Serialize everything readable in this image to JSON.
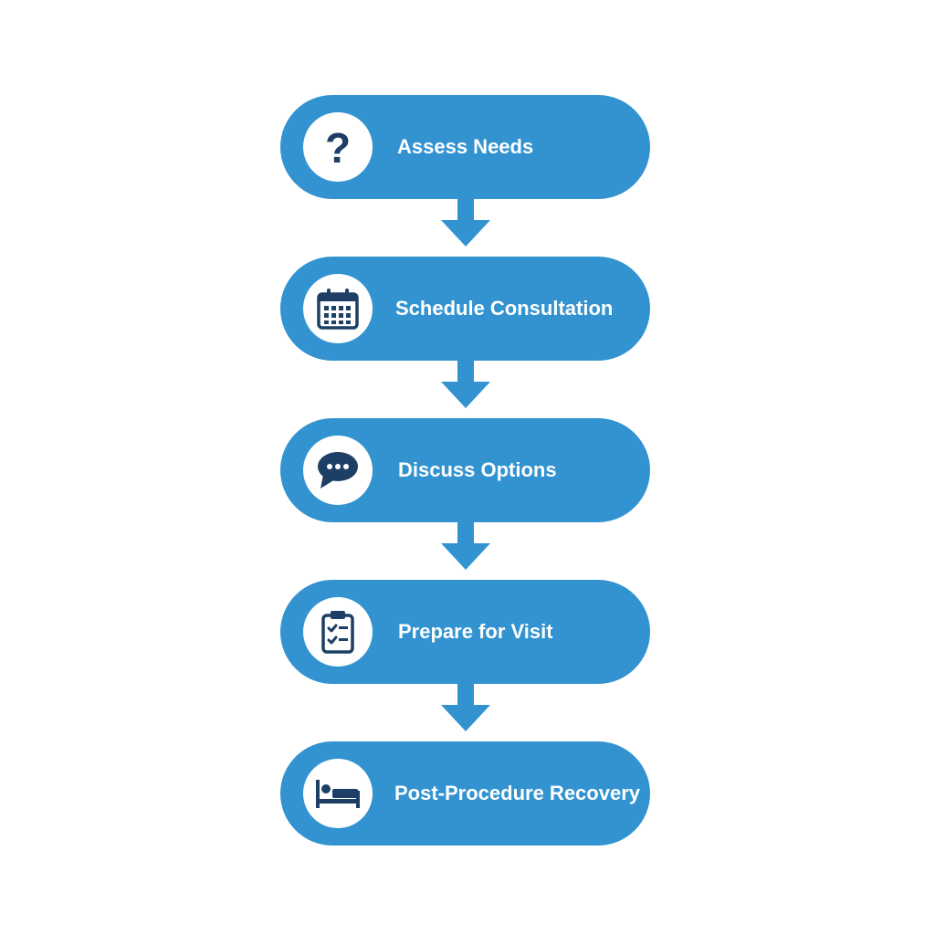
{
  "flow": {
    "steps": [
      {
        "label": "Assess Needs",
        "icon": "question-mark-icon"
      },
      {
        "label": "Schedule Consultation",
        "icon": "calendar-icon"
      },
      {
        "label": "Discuss Options",
        "icon": "speech-bubble-icon"
      },
      {
        "label": "Prepare for Visit",
        "icon": "clipboard-checklist-icon"
      },
      {
        "label": "Post-Procedure Recovery",
        "icon": "bed-icon"
      }
    ]
  },
  "colors": {
    "step_fill": "#3293d0",
    "arrow_fill": "#3293d0",
    "icon_color": "#1d3f66",
    "icon_background": "#ffffff",
    "label_color": "#ffffff",
    "page_background": "#ffffff"
  }
}
